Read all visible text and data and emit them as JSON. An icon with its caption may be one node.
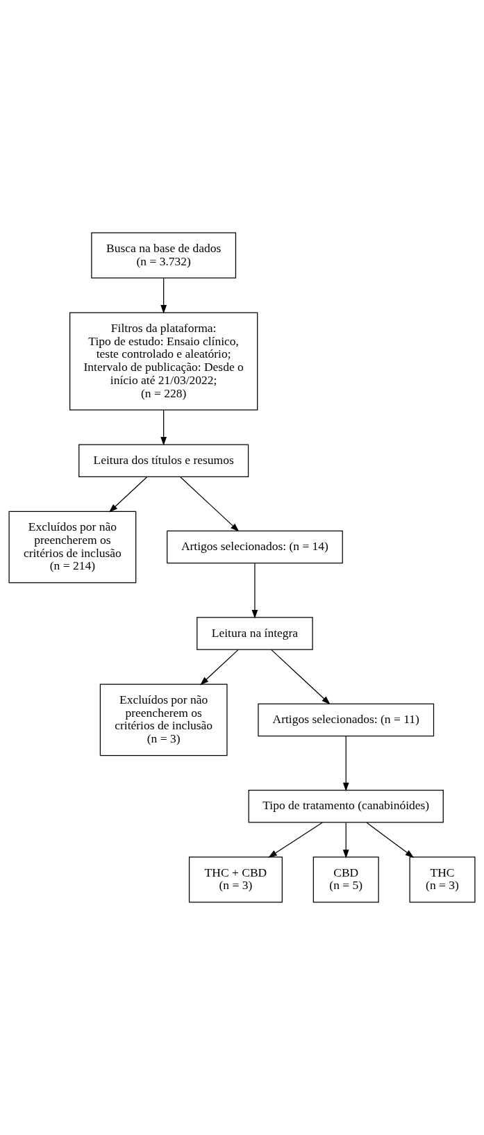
{
  "diagram": {
    "nodes": [
      {
        "text": [
          "Busca na base de dados",
          "(n = 3.732)"
        ]
      },
      {
        "text": [
          "Filtros da plataforma:",
          "Tipo de estudo: Ensaio clínico, teste controlado e aleatório;",
          "Intervalo de publicação: Desde o início até 21/03/2022;",
          "(n = 228)"
        ]
      },
      {
        "text": [
          "Leitura dos títulos e resumos"
        ]
      },
      {
        "text": [
          "Excluídos por não preencherem os critérios de inclusão",
          "(n = 214)"
        ]
      },
      {
        "text": [
          "Artigos selecionados: (n = 14)"
        ]
      },
      {
        "text": [
          "Leitura na íntegra"
        ]
      },
      {
        "text": [
          "Excluídos por não preencherem os critérios de inclusão",
          "(n = 3)"
        ]
      },
      {
        "text": [
          "Artigos selecionados: (n = 11)"
        ]
      },
      {
        "text": [
          "Tipo de tratamento (canabinóides)"
        ]
      },
      {
        "text": [
          "THC + CBD",
          "(n = 3)"
        ]
      },
      {
        "text": [
          "CBD",
          "(n = 5)"
        ]
      },
      {
        "text": [
          "THC",
          "(n = 3)"
        ]
      }
    ],
    "edges": [
      {
        "from": 0,
        "to": 1,
        "arrow": "to"
      },
      {
        "from": 1,
        "to": 2,
        "arrow": "to"
      },
      {
        "from": 2,
        "to": 4,
        "arrow": "to"
      },
      {
        "from": 2,
        "to": 3,
        "arrow": "to"
      },
      {
        "from": 4,
        "to": 5,
        "arrow": "to"
      },
      {
        "from": 5,
        "to": 7,
        "arrow": "to"
      },
      {
        "from": 5,
        "to": 6,
        "arrow": "to"
      },
      {
        "from": 7,
        "to": 8,
        "arrow": "to"
      },
      {
        "from": 8,
        "to": 9,
        "arrow": "to"
      },
      {
        "from": 8,
        "to": 10,
        "arrow": "to"
      },
      {
        "from": 8,
        "to": 11,
        "arrow": "to"
      }
    ]
  }
}
